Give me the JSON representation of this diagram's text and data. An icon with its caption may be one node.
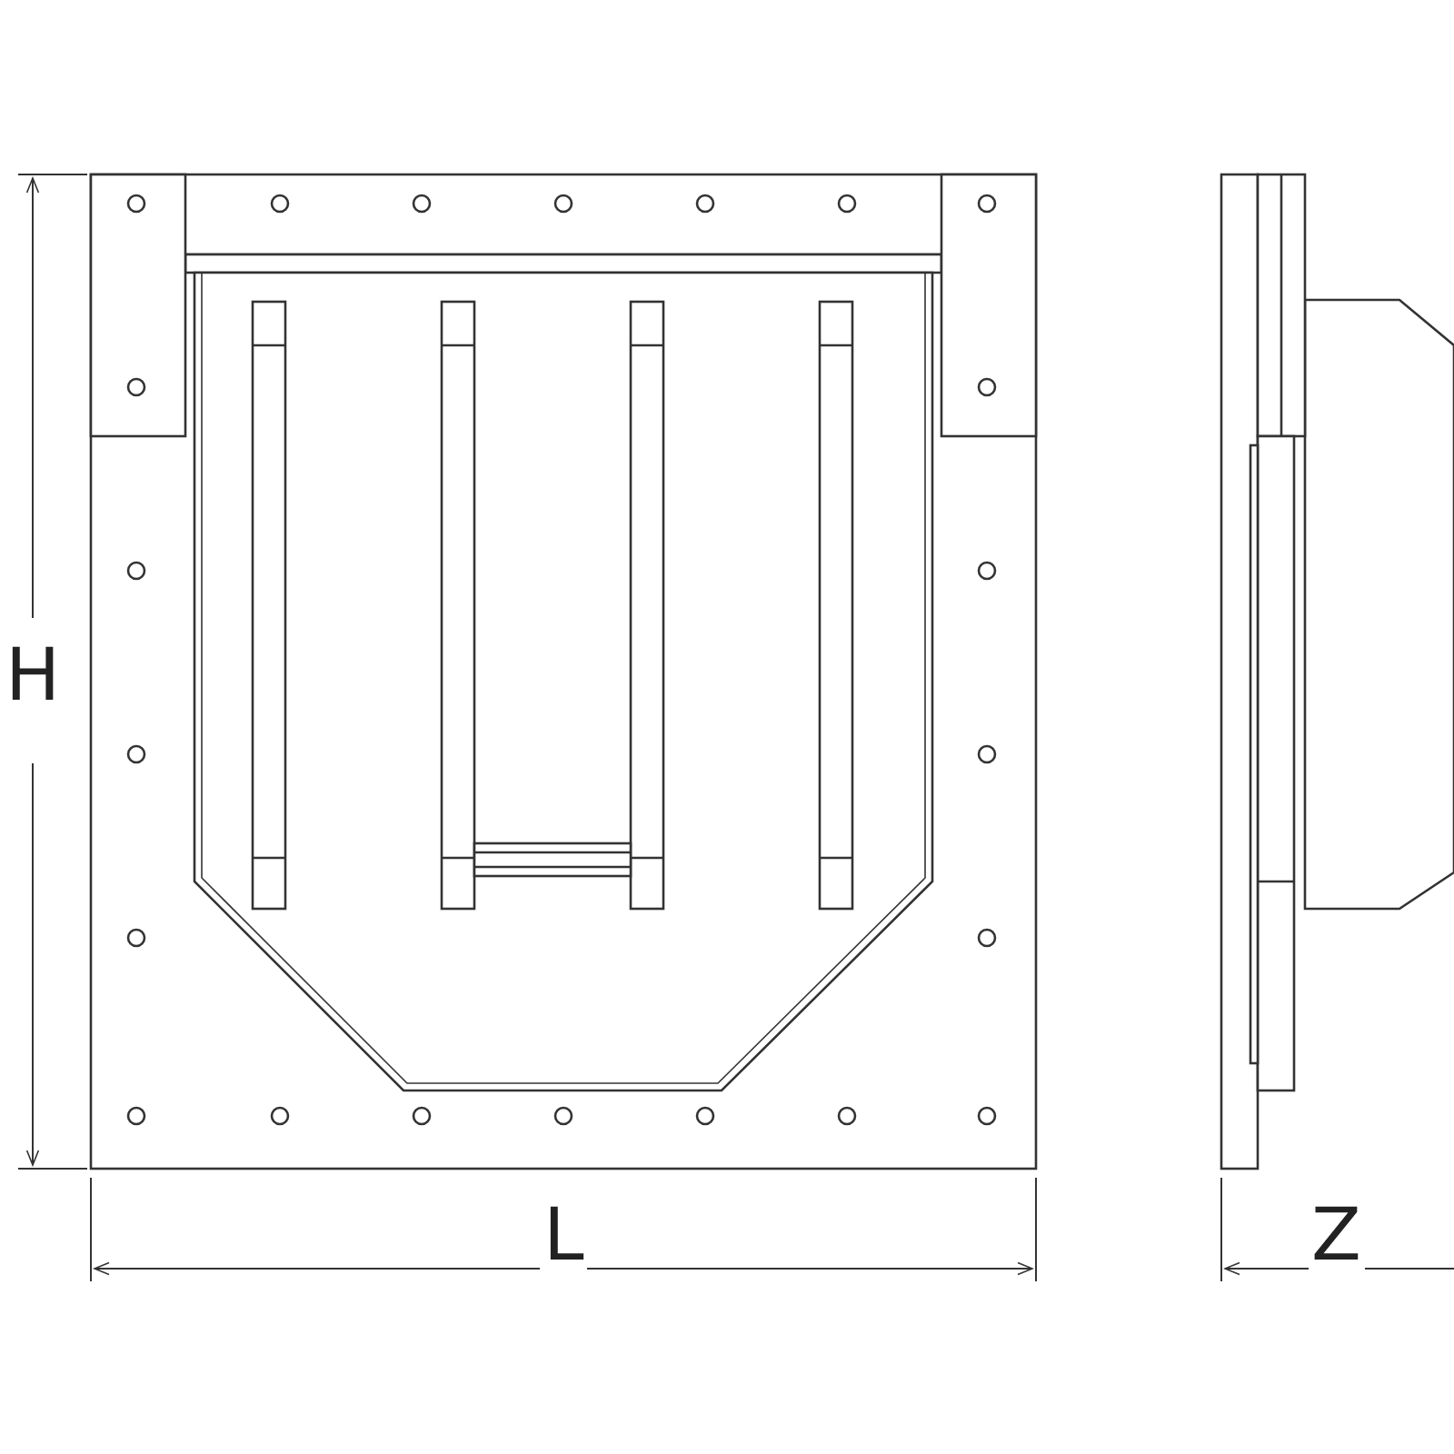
{
  "diagram": {
    "labels": [
      "H",
      "L",
      "Z"
    ]
  }
}
